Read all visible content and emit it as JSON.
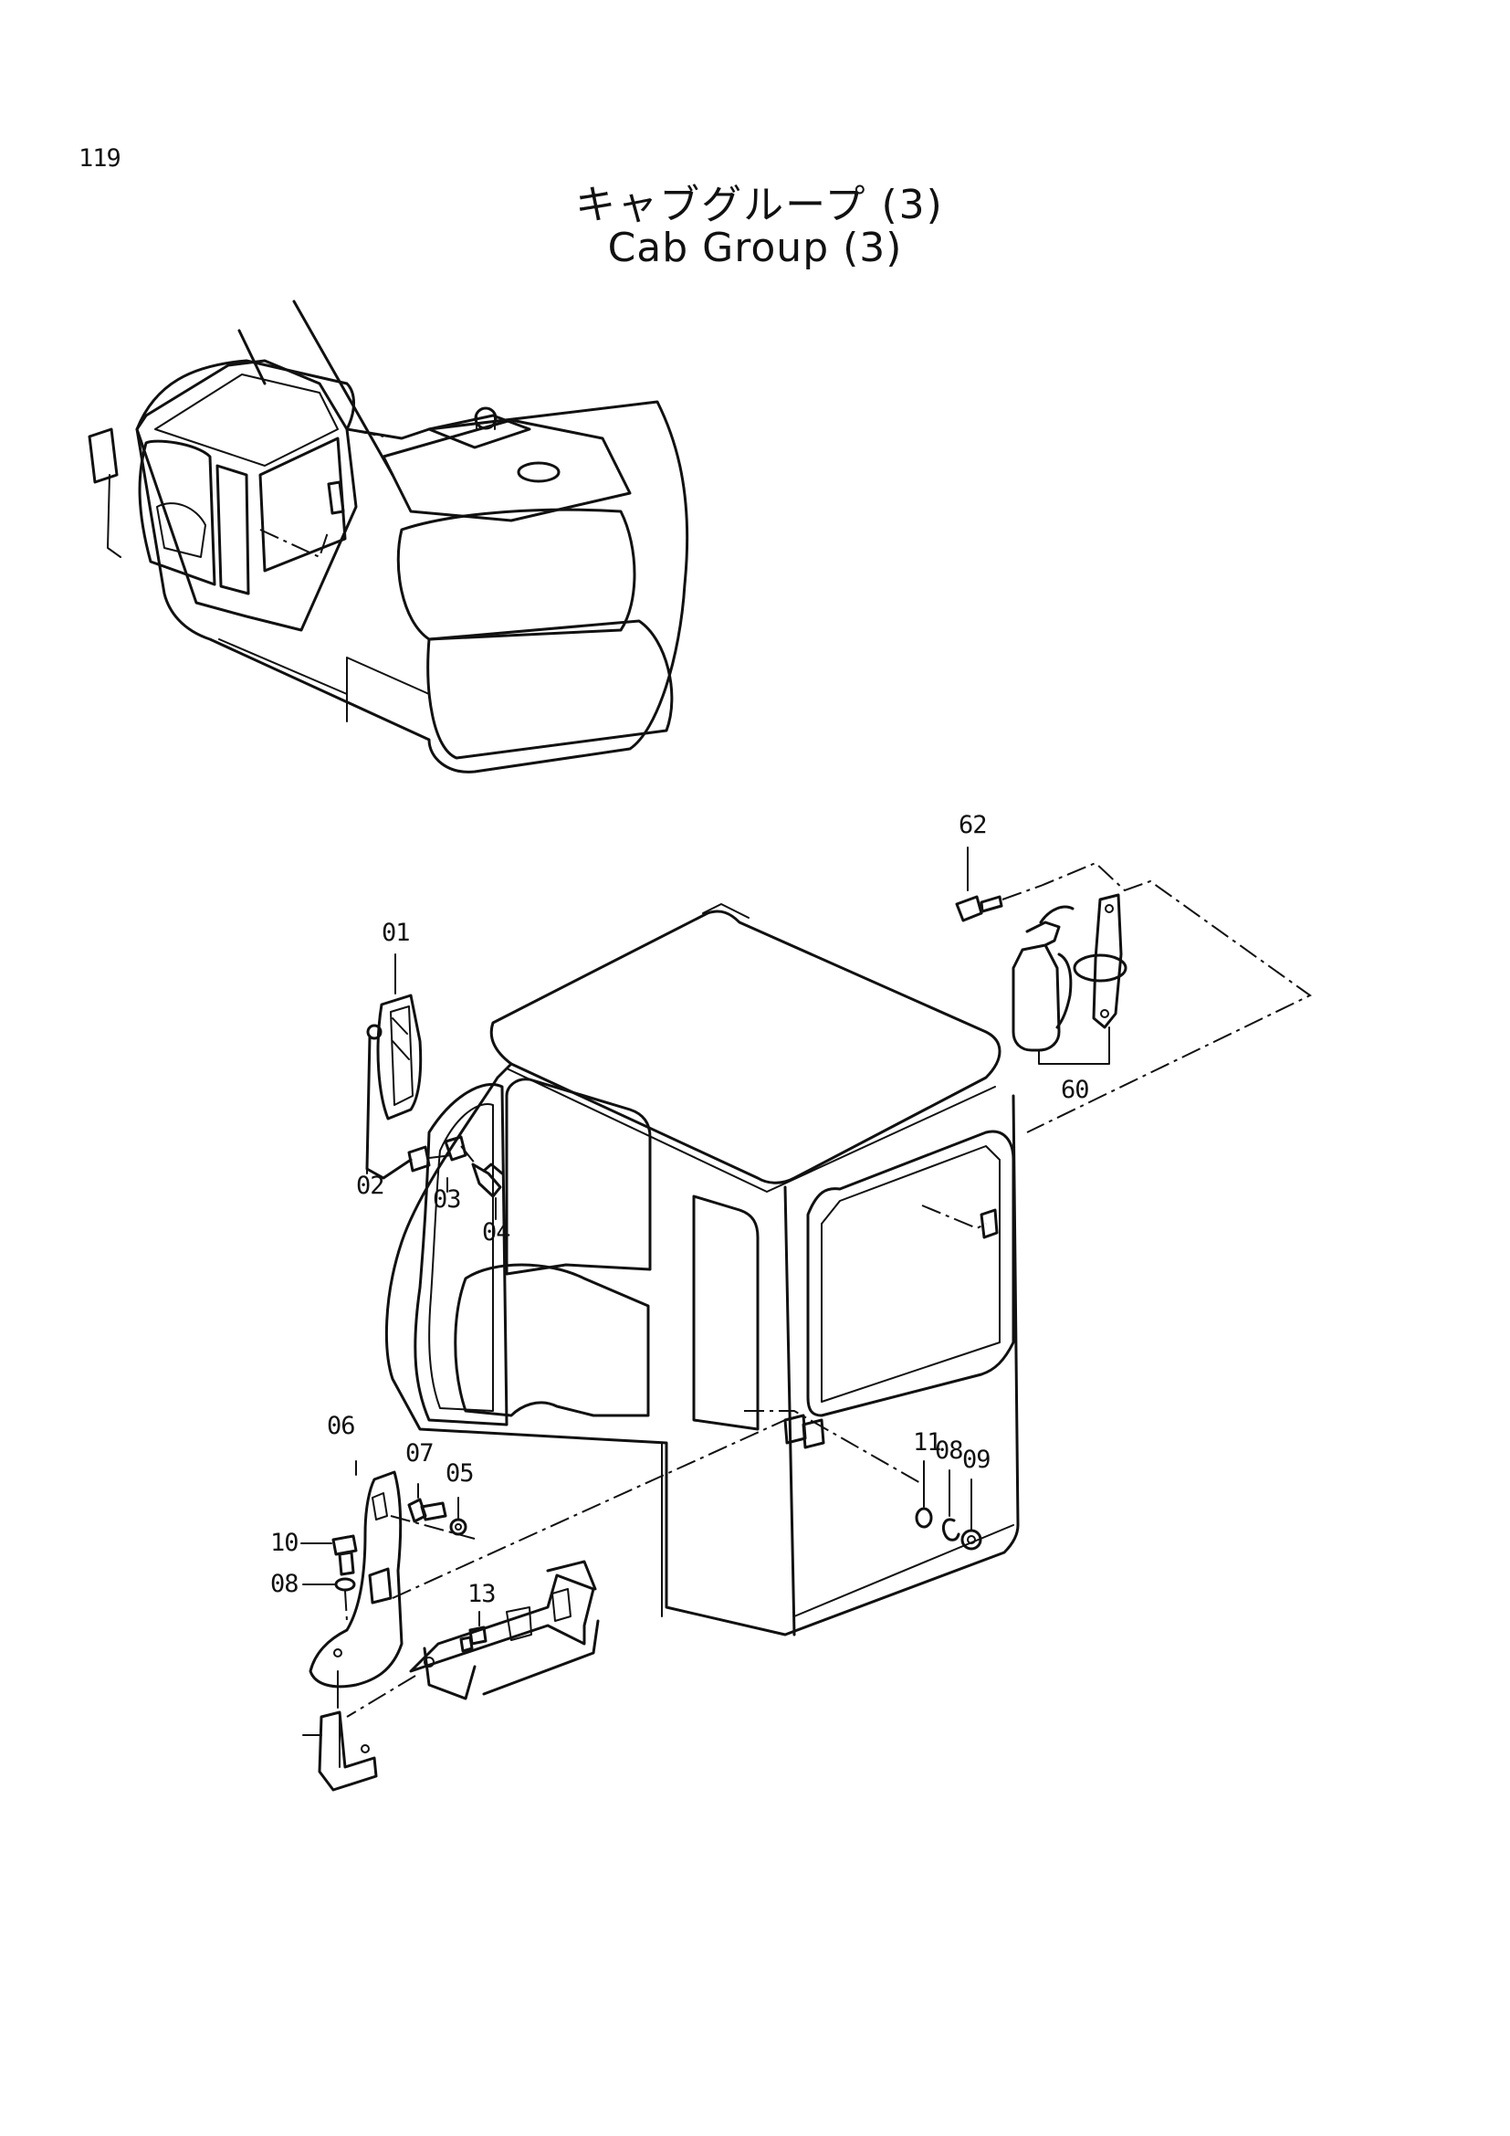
{
  "header": {
    "page_number": "119",
    "title_jp": "キャブグループ (3)",
    "title_en": "Cab Group (3)"
  },
  "parts": [
    {
      "id": "01",
      "label": "01"
    },
    {
      "id": "02",
      "label": "02"
    },
    {
      "id": "03",
      "label": "03"
    },
    {
      "id": "04",
      "label": "04"
    },
    {
      "id": "05",
      "label": "05"
    },
    {
      "id": "06",
      "label": "06"
    },
    {
      "id": "07",
      "label": "07"
    },
    {
      "id": "08a",
      "label": "08"
    },
    {
      "id": "08b",
      "label": "08"
    },
    {
      "id": "09",
      "label": "09"
    },
    {
      "id": "10",
      "label": "10"
    },
    {
      "id": "11",
      "label": "11"
    },
    {
      "id": "13",
      "label": "13"
    },
    {
      "id": "60",
      "label": "60"
    },
    {
      "id": "62",
      "label": "62"
    }
  ]
}
